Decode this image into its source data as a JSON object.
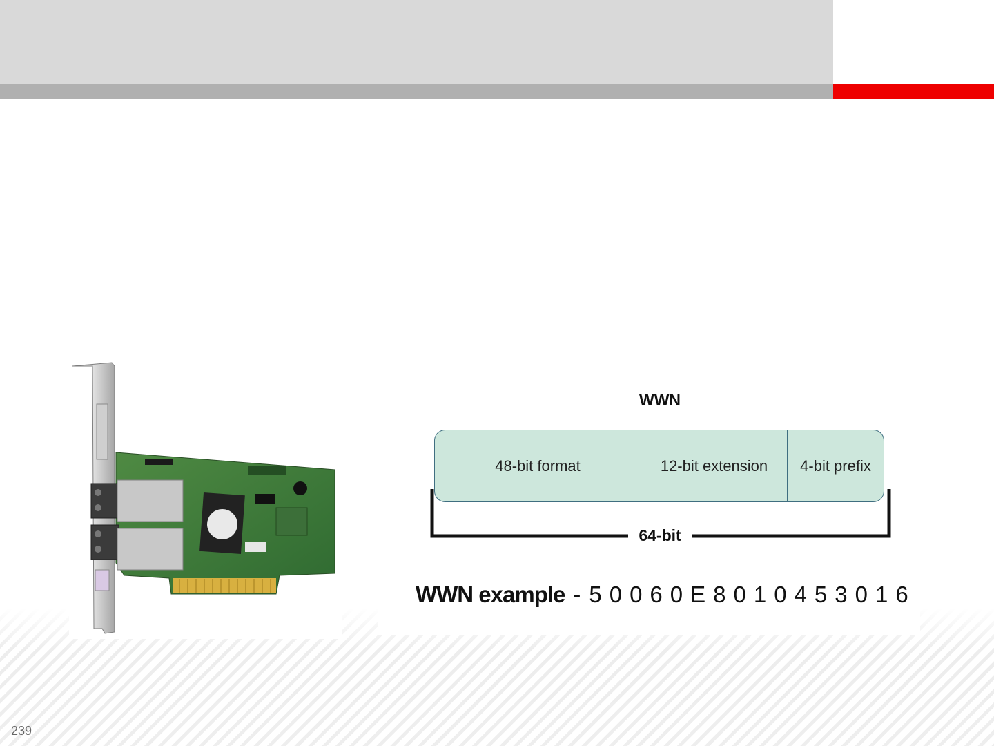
{
  "theme": {
    "header_color": "#d9d9d9",
    "rule_color": "#b0b0b0",
    "accent_color": "#ee0000",
    "field_fill": "#cde7dc",
    "field_border": "#3f6e80"
  },
  "image": {
    "subject": "fibre-channel-hba-card"
  },
  "diagram": {
    "title": "WWN",
    "fields": [
      {
        "label": "48-bit format"
      },
      {
        "label": "12-bit extension"
      },
      {
        "label": "4-bit prefix"
      }
    ],
    "total_label": "64-bit"
  },
  "example": {
    "label": "WWN example",
    "separator": "-",
    "value": "50060E8010453016"
  },
  "slide": {
    "number": "239"
  }
}
